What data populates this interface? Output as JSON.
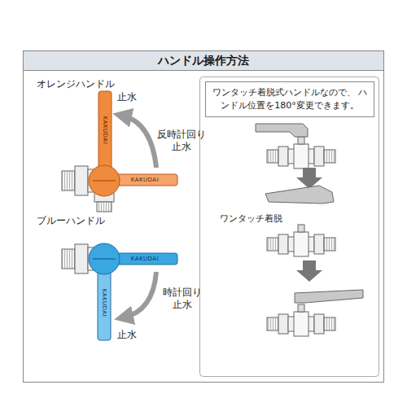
{
  "diagram": {
    "title": "ハンドル操作方法",
    "nodes": [
      {
        "text": [
          "ワンタッチ着脱式ハンドルなので、 ハンドル位置を180°変更できます。"
        ]
      }
    ],
    "labels": [
      "オレンジハンドル",
      "止水",
      "反時計回り 止水",
      "KAKUDAI",
      "KAKUDAI",
      "ブルーハンドル",
      "KAKUDAI",
      "KAKUDAI",
      "時計回り 止水",
      "止水",
      "ワンタッチ着脱"
    ]
  }
}
